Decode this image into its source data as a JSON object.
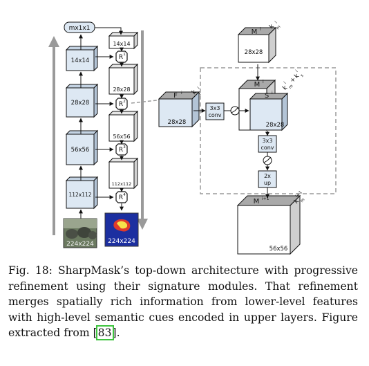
{
  "diagram": {
    "top_box": "mx1x1",
    "left_column": [
      "14x14",
      "28x28",
      "56x56",
      "112x112"
    ],
    "middle_column": [
      "14x14",
      "28x28",
      "56x56",
      "112x112"
    ],
    "refine_modules": [
      "R",
      "R",
      "R",
      "R"
    ],
    "refine_sup": [
      "1",
      "2",
      "3",
      "4"
    ],
    "input_image_label": "224x224",
    "output_mask_label": "224x224",
    "detail": {
      "top_cube": {
        "letter": "M",
        "sup": "i",
        "size": "28x28",
        "ch_base": "k",
        "ch_sup": "i",
        "ch_sub": "m"
      },
      "f_cube": {
        "letter": "F",
        "sup": "i",
        "size": "28x28",
        "ch_base": "k",
        "ch_sup": "i",
        "ch_sub": "f"
      },
      "ms_cube": {
        "m_letter": "M",
        "m_sup": "i",
        "s_letter": "S",
        "s_sup": "i",
        "size": "28x28",
        "ch_base": "k",
        "ch_sup": "i",
        "ch_sub": "m",
        "plus": "+",
        "ch2_base": "k",
        "ch2_sup": "i",
        "ch2_sub": "s"
      },
      "conv1": [
        "3x3",
        "conv"
      ],
      "conv2": [
        "3x3",
        "conv"
      ],
      "up": [
        "2x",
        "up"
      ],
      "out_cube": {
        "letter": "M",
        "sup": "i+1",
        "size": "56x56",
        "ch_base": "k",
        "ch_sup": "i+1",
        "ch_sub": "m"
      }
    }
  },
  "caption": {
    "prefix": "Fig. 18: SharpMask’s top-down architecture with progressive refinement using their signature modules. That refinement merges spatially rich information from lower-level features with high-level semantic cues encoded in upper layers. Figure extracted from [",
    "ref": "83",
    "suffix": "]."
  },
  "colors": {
    "cube_blue": "#dde8f3",
    "cube_gray": "#a9a9a9",
    "cube_white": "#ffffff",
    "mask_bg": "#1c2fa0",
    "mask_hot": "#e03a2a"
  }
}
